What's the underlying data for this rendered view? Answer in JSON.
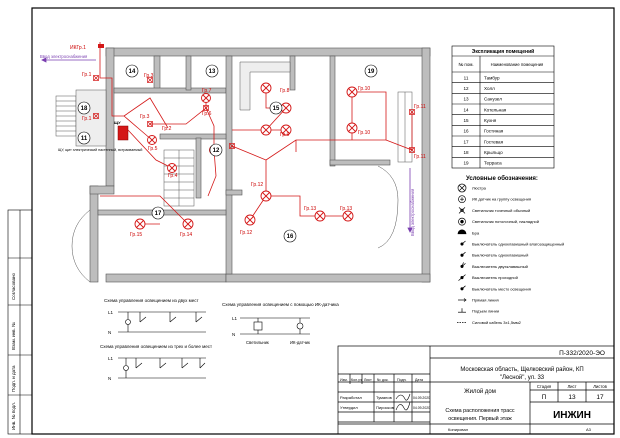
{
  "rooms": {
    "r11": "11",
    "r12": "12",
    "r13": "13",
    "r14": "14",
    "r15": "15",
    "r16": "16",
    "r17": "17",
    "r18": "18",
    "r19": "19"
  },
  "groups": {
    "g1a": "Гр.1",
    "g1b": "Гр.1",
    "g2": "Гр.2",
    "g3": "Гр.3",
    "g3b": "Гр.3",
    "g4": "Гр.4",
    "g5": "Гр.5",
    "g6": "Гр.6",
    "g7": "Гр.7",
    "g8": "Гр.8",
    "g9": "Гр.9",
    "g10a": "Гр.10",
    "g10b": "Гр.10",
    "g11a": "Гр.11",
    "g11b": "Гр.11",
    "g12a": "Гр.12",
    "g12b": "Гр.12",
    "g13a": "Гр.13",
    "g13b": "Гр.13",
    "g14": "Гр.14",
    "g15": "Гр.15"
  },
  "plan_labels": {
    "ikgr": "ИКГр.1",
    "supply_left": "Ввод электроснабжения",
    "supply_right": "Ввод электроснабжения",
    "shield_note": "ЩУ, щит электрический настенный, встраиваемый",
    "shield_tag": "ЩУ"
  },
  "explication": {
    "title": "Экспликация помещений",
    "col_num": "№ пом.",
    "col_name": "Наименование помещения",
    "rows": [
      {
        "num": "11",
        "name": "Тамбур"
      },
      {
        "num": "12",
        "name": "Холл"
      },
      {
        "num": "13",
        "name": "Санузел"
      },
      {
        "num": "14",
        "name": "Котельная"
      },
      {
        "num": "15",
        "name": "Кухня"
      },
      {
        "num": "16",
        "name": "Гостиная"
      },
      {
        "num": "17",
        "name": "Гостевая"
      },
      {
        "num": "18",
        "name": "Крыльцо"
      },
      {
        "num": "19",
        "name": "Терраса"
      }
    ]
  },
  "legend": {
    "title": "Условные обозначения:",
    "items": [
      "Люстра",
      "ИК датчик на группу освещения",
      "Светильник точечный обычный",
      "Светильник потолочный, накладной",
      "Бра",
      "Выключатель одноклавишный влагозащищенный",
      "Выключатель одноклавишный",
      "Выключатель двухклавишный",
      "Выключатель проходной",
      "Выключатель место освещения",
      "Прямая линия",
      "Подъем линии",
      "Силовой кабель 3х1,5мм2"
    ]
  },
  "schemes": {
    "s1_title": "Схема управления освещением из двух мест",
    "s2_title": "Схема управления освещением с помощью ИК-датчика",
    "s3_title": "Схема управления освещением из трех и более мест",
    "l1": "L1",
    "n": "N",
    "lamp_label": "Светильник",
    "sensor_label": "ИК-датчик"
  },
  "stamp": {
    "doc_code": "П-332/2020-ЭО",
    "address": "Московская область, Щелковский район, КП \"Лесной\", ул. 33",
    "object": "Жилой дом",
    "sheet_title": "Схема расположения трасс освещения. Первый этаж",
    "head_izm": "Изм.",
    "head_kol": "Кол.уч",
    "head_list": "Лист",
    "head_ndoc": "№ док.",
    "head_podp": "Подп.",
    "head_date": "Дата",
    "role1": "Разработал",
    "name1": "Туманов",
    "date1": "04.09.2020",
    "role2": "Утвердил",
    "name2": "Пиросков",
    "date2": "04.09.2020",
    "stage_h": "Стадия",
    "list_h": "Лист",
    "lists_h": "Листов",
    "stage_v": "П",
    "list_v": "13",
    "lists_v": "17",
    "logo": "ИНЖИН",
    "copied": "Копировал",
    "format": "А3",
    "left_agreed": "Согласовано",
    "left_inv": "Взам. инв. №",
    "left_sign": "Подп. и дата",
    "left_inv2": "Инв. № подл."
  },
  "colors": {
    "cable": "#d41818",
    "wall": "#8a8a8a",
    "supply": "#7a3fb0"
  }
}
